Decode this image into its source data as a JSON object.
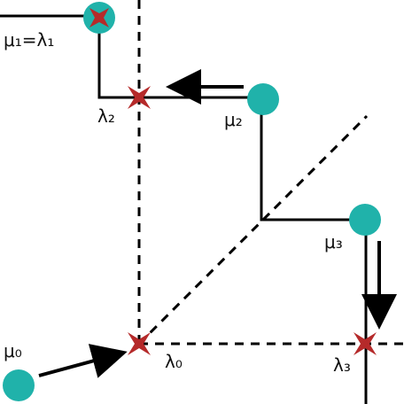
{
  "colors": {
    "line": "#000000",
    "circle": "#20b2aa",
    "cross": "#b52a2a",
    "text": "#111111"
  },
  "labels": {
    "mu0": "μ₀",
    "lambda0": "λ₀",
    "mu1_eq_lambda1": "μ₁=λ₁",
    "lambda2": "λ₂",
    "mu2": "μ₂",
    "mu3": "μ₃",
    "lambda3": "λ₃"
  },
  "icons": {
    "circle": "teal-circle-icon",
    "cross": "red-star-cross-icon",
    "arrow": "arrow-icon"
  }
}
